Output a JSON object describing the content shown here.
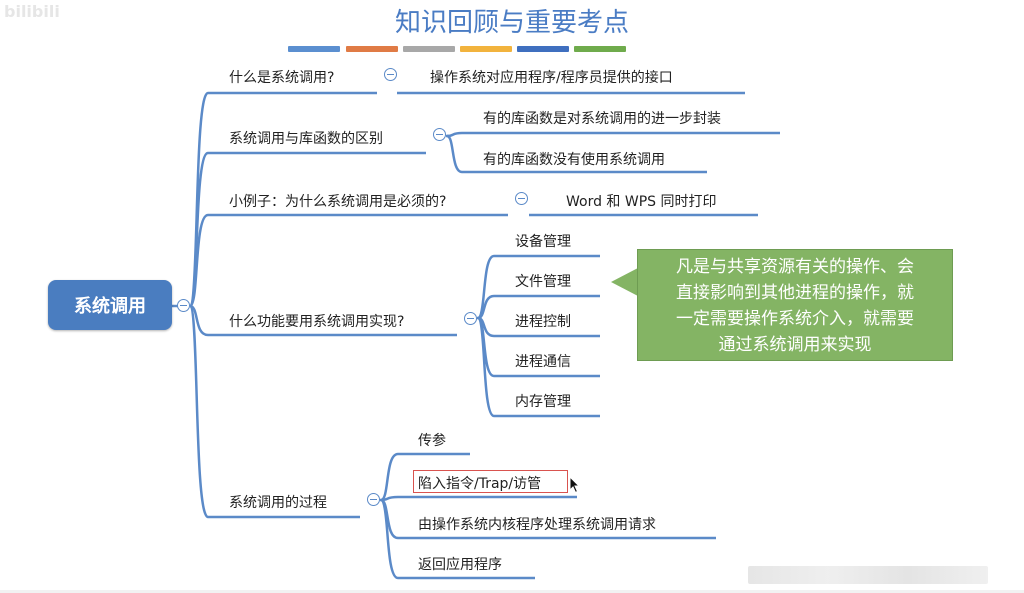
{
  "title": "知识回顾与重要考点",
  "color_bars": [
    "#5b8fd0",
    "#e07b45",
    "#a8a8a8",
    "#f2b33d",
    "#3f6fbf",
    "#6fab4c"
  ],
  "root": {
    "label": "系统调用"
  },
  "branches": [
    {
      "label": "什么是系统调用?",
      "children": [
        "操作系统对应用程序/程序员提供的接口"
      ]
    },
    {
      "label": "系统调用与库函数的区别",
      "children": [
        "有的库函数是对系统调用的进一步封装",
        "有的库函数没有使用系统调用"
      ]
    },
    {
      "label": "小例子：为什么系统调用是必须的?",
      "children": [
        "Word 和 WPS 同时打印"
      ]
    },
    {
      "label": "什么功能要用系统调用实现?",
      "children": [
        "设备管理",
        "文件管理",
        "进程控制",
        "进程通信",
        "内存管理"
      ]
    },
    {
      "label": "系统调用的过程",
      "children": [
        "传参",
        "陷入指令/Trap/访管",
        "由操作系统内核程序处理系统调用请求",
        "返回应用程序"
      ]
    }
  ],
  "callout": {
    "lines": [
      "凡是与共享资源有关的操作、会",
      "直接影响到其他进程的操作，就",
      "一定需要操作系统介入，就需要",
      "通过系统调用来实现"
    ]
  },
  "colors": {
    "line": "#5b8ac8",
    "root_fill": "#4a7dc0",
    "callout_fill": "#84b464",
    "highlight": "#d9534f"
  },
  "watermark": "bilibili"
}
